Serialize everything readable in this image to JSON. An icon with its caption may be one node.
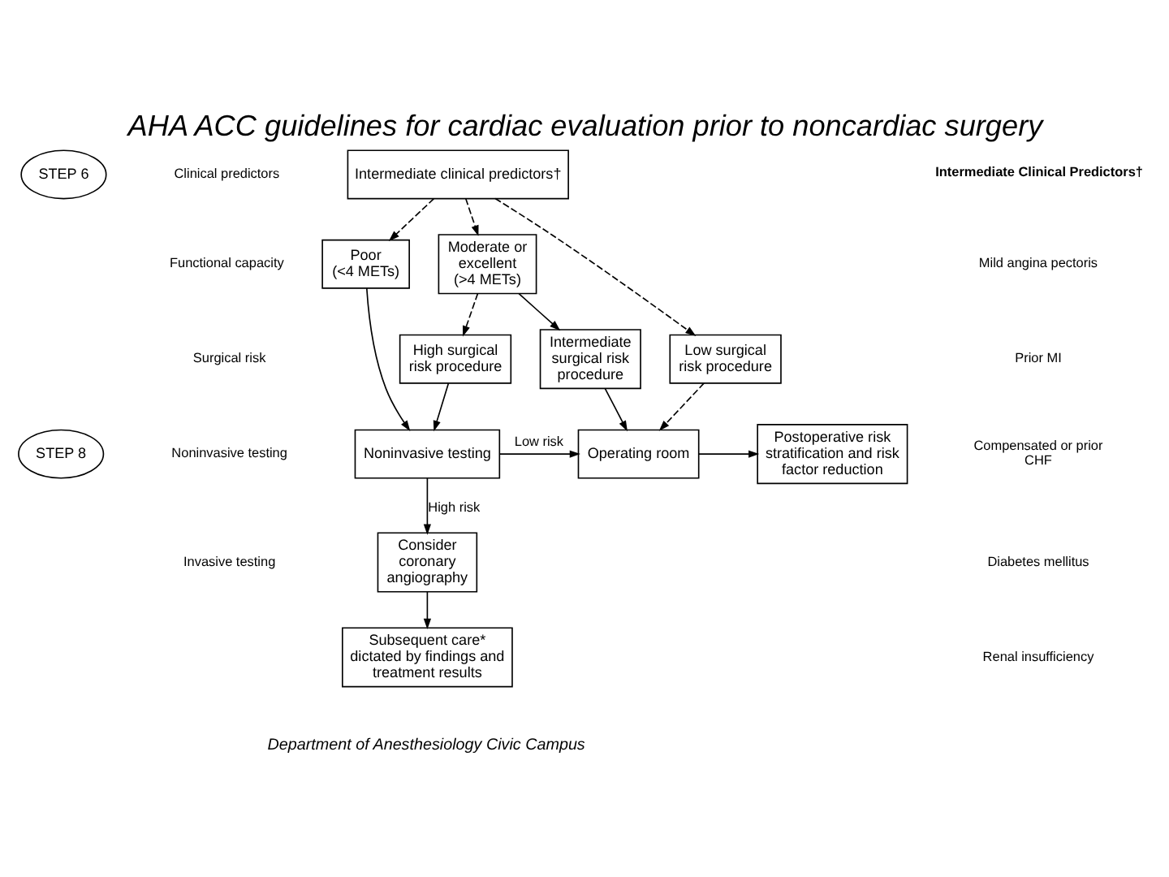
{
  "diagram": {
    "title": "AHA ACC guidelines for cardiac evaluation prior to noncardiac surgery",
    "nodes": [
      {
        "text": [
          "Intermediate clinical predictors†"
        ]
      },
      {
        "text": [
          "Poor",
          "(<4 METs)"
        ]
      },
      {
        "text": [
          "Moderate or excellent",
          "(>4 METs)"
        ]
      },
      {
        "text": [
          "High surgical risk procedure"
        ]
      },
      {
        "text": [
          "Intermediate surgical risk procedure"
        ]
      },
      {
        "text": [
          "Low surgical risk procedure"
        ]
      },
      {
        "text": [
          "Noninvasive testing"
        ]
      },
      {
        "text": [
          "Operating room"
        ]
      },
      {
        "text": [
          "Postoperative risk stratification and risk factor reduction"
        ]
      },
      {
        "text": [
          "Consider coronary angiography"
        ]
      },
      {
        "text": [
          "Subsequent care* dictated by findings and treatment results"
        ]
      },
      {
        "text": [
          "STEP 6"
        ]
      },
      {
        "text": [
          "STEP 8"
        ]
      }
    ],
    "edges": [
      {
        "from": 0,
        "to": 1,
        "arrow": "to",
        "style": "dashed"
      },
      {
        "from": 0,
        "to": 2,
        "arrow": "to",
        "style": "dashed"
      },
      {
        "from": 0,
        "to": 5,
        "arrow": "to",
        "style": "dashed"
      },
      {
        "from": 1,
        "to": 6,
        "arrow": "to"
      },
      {
        "from": 2,
        "to": 3,
        "arrow": "to",
        "style": "dashed"
      },
      {
        "from": 2,
        "to": 4,
        "arrow": "to"
      },
      {
        "from": 3,
        "to": 6,
        "arrow": "to"
      },
      {
        "from": 4,
        "to": 7,
        "arrow": "to"
      },
      {
        "from": 5,
        "to": 7,
        "arrow": "to",
        "style": "dashed"
      },
      {
        "from": 6,
        "to": 7,
        "arrow": "to",
        "label": "Low risk"
      },
      {
        "from": 6,
        "to": 9,
        "arrow": "to",
        "label": "High risk"
      },
      {
        "from": 7,
        "to": 8,
        "arrow": "to"
      },
      {
        "from": 9,
        "to": 10,
        "arrow": "to"
      }
    ],
    "labels": [
      "Clinical predictors",
      "Functional capacity",
      "Surgical risk",
      "Noninvasive testing",
      "Invasive testing",
      "Intermediate Clinical Predictors†",
      "Mild angina pectoris",
      "Prior MI",
      "Compensated or prior CHF",
      "Diabetes mellitus",
      "Renal insufficiency",
      "Department of Anesthesiology Civic Campus"
    ]
  }
}
